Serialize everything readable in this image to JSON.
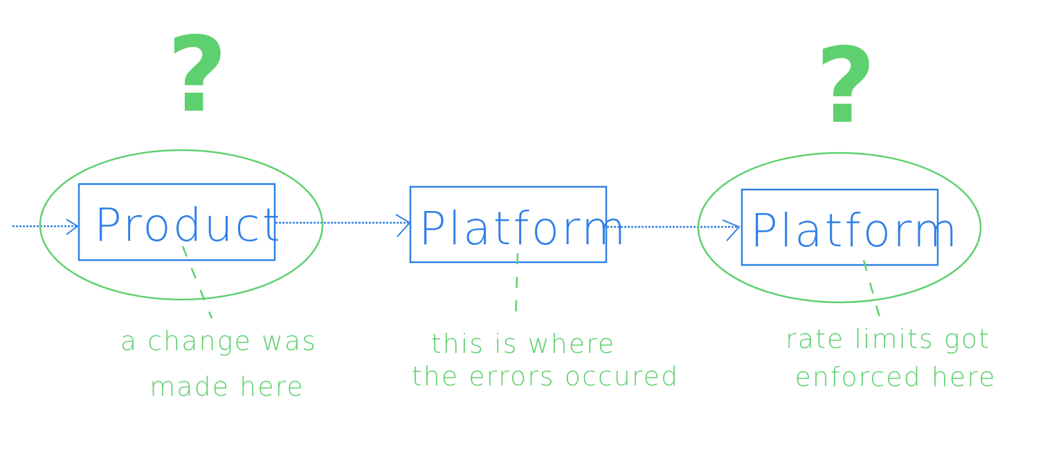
{
  "colors": {
    "box_stroke": "#2f80e6",
    "annotation": "#5fd06f",
    "background": "#ffffff"
  },
  "nodes": [
    {
      "label": "Product",
      "highlighted": true
    },
    {
      "label": "Platform",
      "highlighted": false
    },
    {
      "label": "Platform",
      "highlighted": true
    }
  ],
  "question_marks": [
    "?",
    "?"
  ],
  "annotations": [
    {
      "line1": "a change was",
      "line2": "made here"
    },
    {
      "line1": "this is where",
      "line2": "the errors occured"
    },
    {
      "line1": "rate limits got",
      "line2": "enforced here"
    }
  ]
}
